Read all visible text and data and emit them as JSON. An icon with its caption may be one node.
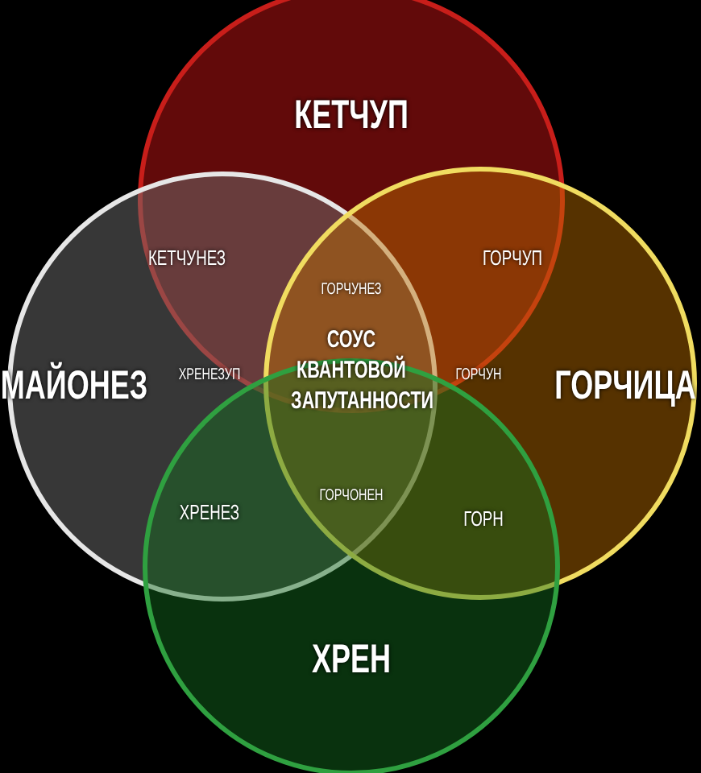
{
  "diagram": {
    "nodes": [
      {
        "text": [
          "КЕТЧУП"
        ]
      },
      {
        "text": [
          "МАЙОНЕЗ"
        ]
      },
      {
        "text": [
          "ГОРЧИЦА"
        ]
      },
      {
        "text": [
          "ХРЕН"
        ]
      }
    ],
    "labels": [
      "КЕТЧУНЕЗ",
      "ГОРЧУП",
      "ГОРЧУНЕЗ",
      "ХРЕНЕЗУП",
      "СОУС КВАНТОВОЙ ЗАПУТАННОСТИ",
      "ГОРЧУН",
      "ХРЕНЕЗ",
      "ГОРЧОНЕН",
      "ГОРН"
    ]
  }
}
